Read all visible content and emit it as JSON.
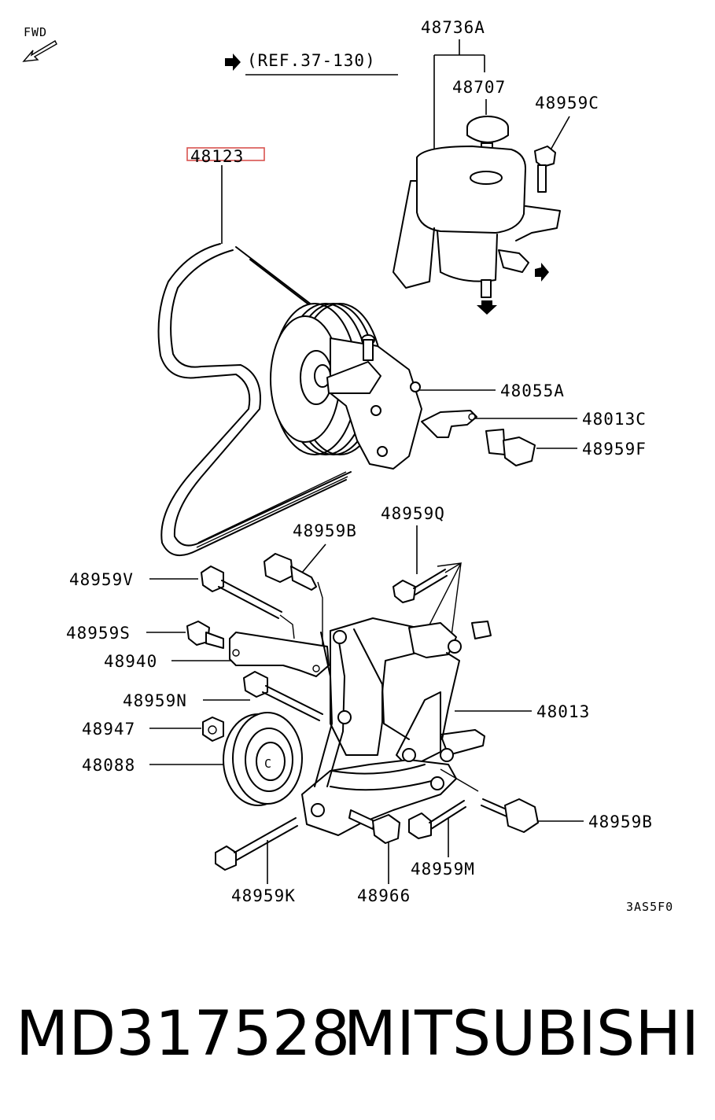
{
  "diagram": {
    "fwd_label": "FWD",
    "ref_label": "(REF.37-130)",
    "highlighted_part": "48123",
    "diagram_code": "3AS5F0",
    "labels": {
      "p48736A": "48736A",
      "p48707": "48707",
      "p48959C": "48959C",
      "p48055A": "48055A",
      "p48013C": "48013C",
      "p48959F": "48959F",
      "p48959Q": "48959Q",
      "p48959B_top": "48959B",
      "p48959V": "48959V",
      "p48959S": "48959S",
      "p48940": "48940",
      "p48959N": "48959N",
      "p48947": "48947",
      "p48088": "48088",
      "p48013": "48013",
      "p48959B_right": "48959B",
      "p48959M": "48959M",
      "p48959K": "48959K",
      "p48966": "48966"
    },
    "highlight_color": "#d9534f"
  },
  "footer": {
    "part_number": "MD317528",
    "brand": "MITSUBISHI"
  }
}
